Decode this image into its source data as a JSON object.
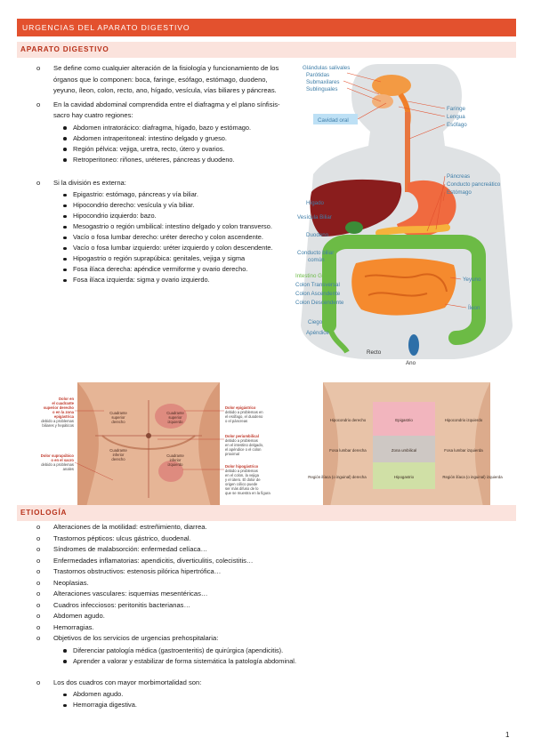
{
  "header": {
    "title": "URGENCIAS DEL APARATO DIGESTIVO"
  },
  "section_anatomy": {
    "title": "APARATO DIGESTIVO",
    "items": [
      {
        "text": "Se define como cualquier alteración de la fisiología y funcionamiento de los órganos que lo componen: boca, faringe, esófago, estómago, duodeno, yeyuno, íleon, colon, recto, ano, hígado, vesícula, vías biliares y páncreas.",
        "sub": []
      },
      {
        "text": "En la cavidad abdominal comprendida entre el diafragma y el plano sínfisis-sacro hay cuatro regiones:",
        "sub": [
          "Abdomen intratorácico: diafragma, hígado, bazo y estómago.",
          "Abdomen intraperitoneal: intestino delgado y grueso.",
          "Región pélvica: vejiga, uretra, recto, útero y ovarios.",
          "Retroperitoneo: riñones, uréteres, páncreas y duodeno."
        ]
      },
      {
        "text": "Si la división es externa:",
        "sub": [
          "Epigastrio: estómago, páncreas y vía biliar.",
          "Hipocondrio derecho: vesícula y vía biliar.",
          "Hipocondrio izquierdo: bazo.",
          "Mesogastrio o región umbilical: intestino delgado y colon transverso.",
          "Vacío o fosa lumbar derecho: uréter derecho y colon ascendente.",
          "Vacío o fosa lumbar izquierdo: uréter izquierdo y colon descendente.",
          "Hipogastrio o región suprapúbica: genitales, vejiga y sigma",
          "Fosa ilíaca derecha: apéndice vermiforme y ovario derecho.",
          "Fosa ilíaca izquierda: sigma y ovario izquierdo."
        ]
      }
    ]
  },
  "digestive_figure": {
    "labels": {
      "glandulas": "Glándulas salivales",
      "parotidas": "Parótidas",
      "submaxilares": "Submaxilares",
      "sublinguales": "Sublinguales",
      "cavidad_oral": "Cavidad oral",
      "faringe": "Faringe",
      "lengua": "Lengua",
      "esofago": "Esófago",
      "pancreas": "Páncreas",
      "conducto_pancreatico": "Conducto pancreático",
      "estomago": "Estómago",
      "higado": "Hígado",
      "vesicula": "Vesícula Biliar",
      "duodeno": "Duodeno",
      "conducto_biliar": "Conducto biliar",
      "comun": "común",
      "intestino_grueso": "Intestino Grueso",
      "colon_transversal": "Colon Transversal",
      "colon_ascendente": "Colon Ascendente",
      "colon_descendente": "Colon Descendente",
      "yeyuno": "Yeyuno",
      "ileon": "Íleon",
      "ciego": "Ciego",
      "apendice": "Apéndice",
      "recto": "Recto",
      "ano": "Ano"
    }
  },
  "pain_figure": {
    "labels": {
      "l1": "Dolor en",
      "l2": "el cuadrante",
      "l3": "superior derecho",
      "l4": "o en la zona",
      "l5": "epigástrica",
      "l6": "debido a problemas",
      "l7": "biliares y hepáticos",
      "l8": "Dolor suprapúbico",
      "l9": "o en el sacro",
      "l10": "debido a problemas",
      "l11": "anales",
      "c1": "Cuadrante",
      "c2": "superior",
      "c3": "derecho",
      "c4": "Cuadrante",
      "c5": "superior",
      "c6": "izquierdo",
      "c7": "Cuadrante",
      "c8": "inferior",
      "c9": "derecho",
      "c10": "Cuadrante",
      "c11": "inferior",
      "c12": "izquierdo",
      "r1": "Dolor epigástrico",
      "r2": "debido a problemas en",
      "r3": "el esófago, el duodeno",
      "r4": "o el páncreas",
      "r5": "Dolor periumbilical",
      "r6": "debido a problemas",
      "r7": "en el intestino delgado,",
      "r8": "el apéndice o el colon",
      "r9": "proximal",
      "r10": "Dolor hipogástrico",
      "r11": "debido a problemas",
      "r12": "en el colon, la vejiga",
      "r13": "y el útero. El dolor de",
      "r14": "origen cólico puede",
      "r15": "ser más difuso de lo",
      "r16": "que se muestra en la figura"
    }
  },
  "regions_figure": {
    "labels": {
      "hipocondrio_der": "Hipocondrio derecho",
      "epigastrio": "Epigastrio",
      "hipocondrio_izq": "Hipocondrio izquierdo",
      "fosa_lumbar_der": "Fosa lumbar derecha",
      "zona_umbilical": "Zona umbilical",
      "fosa_lumbar_izq": "Fosa lumbar izquierda",
      "region_iliaca_der": "Región ilíaca (o inguinal) derecha",
      "hipogastrio": "Hipogastrio",
      "region_iliaca_izq": "Región ilíaca (o inguinal) izquierda"
    }
  },
  "section_etiology": {
    "title": "ETIOLOGÍA",
    "items": [
      {
        "text": "Alteraciones de la motilidad: estreñimiento, diarrea.",
        "sub": []
      },
      {
        "text": "Trastornos pépticos: ulcus gástrico, duodenal.",
        "sub": []
      },
      {
        "text": "Síndromes de malabsorción: enfermedad celíaca…",
        "sub": []
      },
      {
        "text": "Enfermedades inflamatorias: apendicitis, diverticulitis, colecistitis…",
        "sub": []
      },
      {
        "text": "Trastornos obstructivos: estenosis pilórica hipertrófica…",
        "sub": []
      },
      {
        "text": "Neoplasias.",
        "sub": []
      },
      {
        "text": "Alteraciones vasculares: isquemias mesentéricas…",
        "sub": []
      },
      {
        "text": "Cuadros infecciosos: peritonitis bacterianas…",
        "sub": []
      },
      {
        "text": "Abdomen agudo.",
        "sub": []
      },
      {
        "text": "Hemorragias.",
        "sub": []
      },
      {
        "text": "Objetivos de los servicios de urgencias prehospitalaria:",
        "sub": [
          "Diferenciar patología médica (gastroenteritis) de quirúrgica (apendicitis).",
          "Aprender a valorar y estabilizar de forma sistemática la patología abdominal."
        ]
      },
      {
        "text": "Los dos cuadros con mayor morbimortalidad son:",
        "sub": [
          "Abdomen agudo.",
          "Hemorragia digestiva."
        ]
      }
    ]
  },
  "page_number": "1"
}
